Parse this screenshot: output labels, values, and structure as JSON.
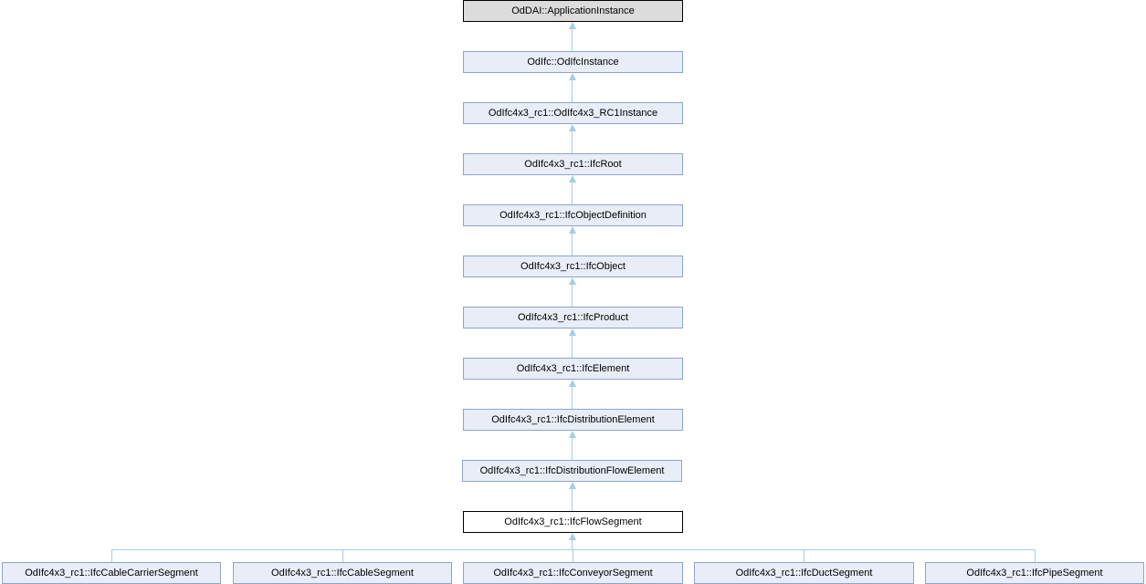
{
  "diagram": {
    "type": "inheritance-graph",
    "chain": [
      {
        "label": "OdDAI::ApplicationInstance",
        "style": "external"
      },
      {
        "label": "OdIfc::OdIfcInstance",
        "style": "normal"
      },
      {
        "label": "OdIfc4x3_rc1::OdIfc4x3_RC1Instance",
        "style": "normal"
      },
      {
        "label": "OdIfc4x3_rc1::IfcRoot",
        "style": "normal"
      },
      {
        "label": "OdIfc4x3_rc1::IfcObjectDefinition",
        "style": "normal"
      },
      {
        "label": "OdIfc4x3_rc1::IfcObject",
        "style": "normal"
      },
      {
        "label": "OdIfc4x3_rc1::IfcProduct",
        "style": "normal"
      },
      {
        "label": "OdIfc4x3_rc1::IfcElement",
        "style": "normal"
      },
      {
        "label": "OdIfc4x3_rc1::IfcDistributionElement",
        "style": "normal"
      },
      {
        "label": "OdIfc4x3_rc1::IfcDistributionFlowElement",
        "style": "normal"
      },
      {
        "label": "OdIfc4x3_rc1::IfcFlowSegment",
        "style": "current"
      }
    ],
    "children": [
      "OdIfc4x3_rc1::IfcCableCarrierSegment",
      "OdIfc4x3_rc1::IfcCableSegment",
      "OdIfc4x3_rc1::IfcConveyorSegment",
      "OdIfc4x3_rc1::IfcDuctSegment",
      "OdIfc4x3_rc1::IfcPipeSegment"
    ],
    "colors": {
      "node_fill": "#e8edf7",
      "node_border": "#8ea4c8",
      "external_fill": "#dcdcdc",
      "external_border": "#000000",
      "current_fill": "#ffffff",
      "current_border": "#000000",
      "edge": "#a5cde8",
      "text": "#000000"
    }
  }
}
